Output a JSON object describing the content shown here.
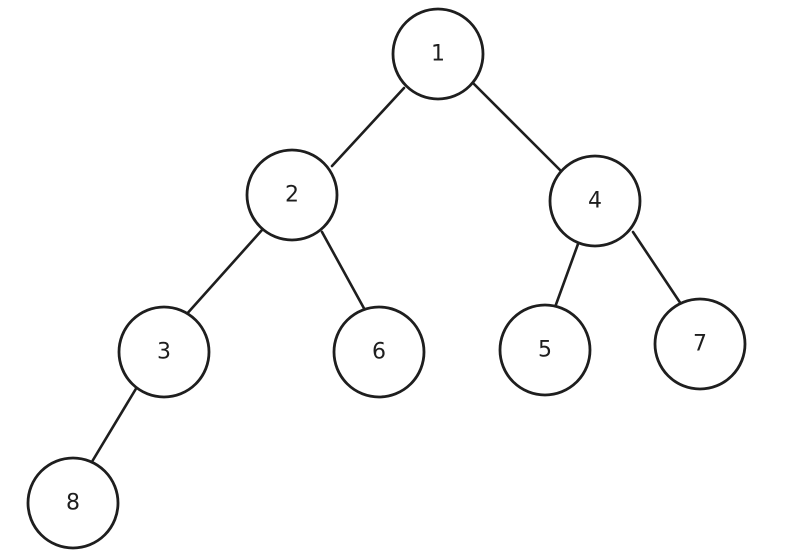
{
  "tree": {
    "nodes": [
      {
        "id": "1",
        "label": "1"
      },
      {
        "id": "2",
        "label": "2"
      },
      {
        "id": "4",
        "label": "4"
      },
      {
        "id": "3",
        "label": "3"
      },
      {
        "id": "6",
        "label": "6"
      },
      {
        "id": "5",
        "label": "5"
      },
      {
        "id": "7",
        "label": "7"
      },
      {
        "id": "8",
        "label": "8"
      }
    ],
    "edges": [
      {
        "from": "1",
        "to": "2"
      },
      {
        "from": "1",
        "to": "4"
      },
      {
        "from": "2",
        "to": "3"
      },
      {
        "from": "2",
        "to": "6"
      },
      {
        "from": "4",
        "to": "5"
      },
      {
        "from": "4",
        "to": "7"
      },
      {
        "from": "3",
        "to": "8"
      }
    ]
  }
}
